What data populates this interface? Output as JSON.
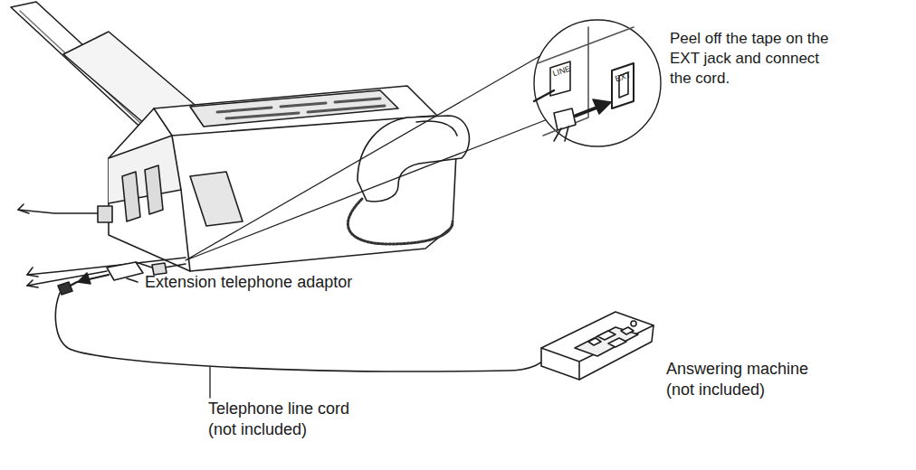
{
  "diagram": {
    "labels": [
      "Peel off the tape on the EXT jack and connect the cord.",
      "LINE",
      "EXT",
      "Extension telephone adaptor",
      "Answering machine (not included)",
      "Telephone line cord (not included)"
    ]
  }
}
